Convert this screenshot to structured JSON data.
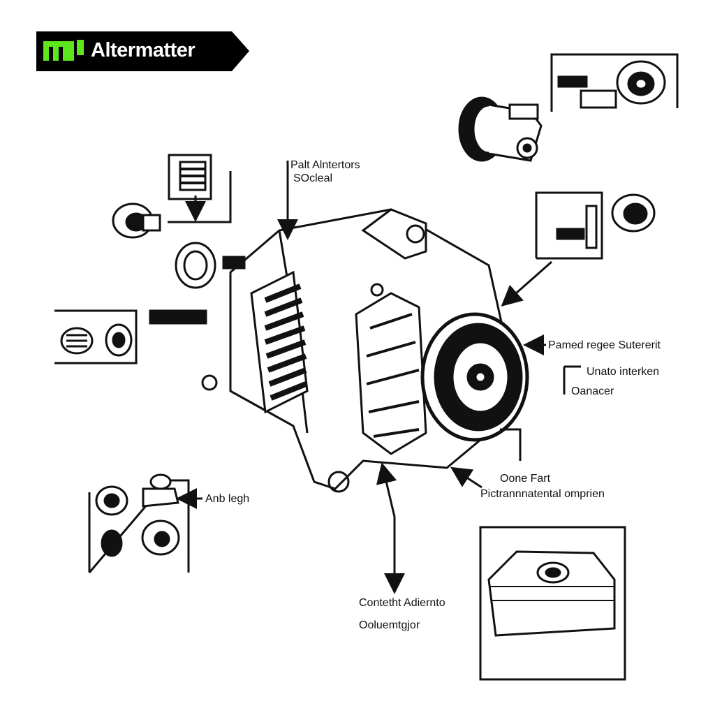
{
  "logo": {
    "text": "Altermatter",
    "accent": "#5de61c",
    "background": "#000000"
  },
  "labels": {
    "top_part_line1": "Palt Alntertors",
    "top_part_line2": "SOcleal",
    "pulley_label": "Pamed regee Sutererit",
    "right_line1": "Unato interken",
    "right_line2": "Oanacer",
    "lower_right_line1": "Oone Fart",
    "lower_right_line2": "Pictrannnatental omprien",
    "left_label": "Anb legh",
    "bottom_line1": "Contetht Adiernto",
    "bottom_line2": "Ooluemtgjor"
  }
}
